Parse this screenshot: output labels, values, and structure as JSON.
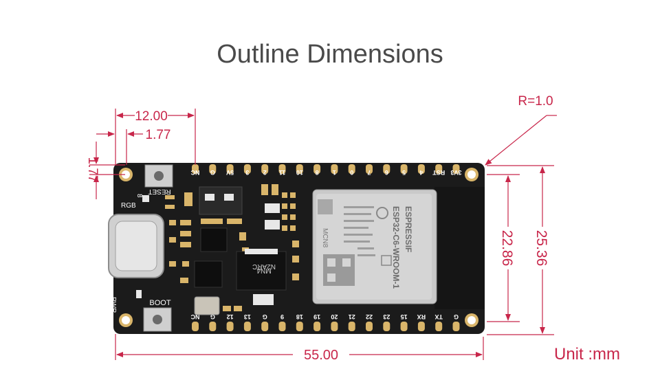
{
  "title": "Outline Dimensions",
  "dimensions": {
    "top_pitch": "12.00",
    "top_offset": "1.77",
    "left_offset": "1.77",
    "corner_radius": "R=1.0",
    "inner_height": "22.86",
    "outer_height": "25.36",
    "total_length": "55.00",
    "unit": "Unit :mm"
  },
  "board": {
    "top_pins": [
      "NC",
      "G",
      "5V",
      "3",
      "2",
      "11",
      "10",
      "8",
      "1",
      "0",
      "7",
      "6",
      "5",
      "4",
      "RST",
      "3V3"
    ],
    "bottom_pins": [
      "NC",
      "G",
      "12",
      "13",
      "G",
      "9",
      "18",
      "19",
      "20",
      "21",
      "22",
      "23",
      "15",
      "RX",
      "TX",
      "G"
    ],
    "button_reset": "RESET",
    "button_boot": "BOOT",
    "led_rgb": "RGB",
    "led_rgb_pin": "8",
    "led_pwr": "PWR",
    "chip_marking_line1": "MN4",
    "chip_marking_line2": "N2ARC",
    "module_brand": "ESPRESSIF",
    "module_model": "ESP32-C6-WROOM-1",
    "module_code": "MCN8"
  },
  "colors": {
    "dimension": "#c8264a",
    "board": "#1b1b1b",
    "pad": "#d9b56a",
    "module": "#c9c9c9",
    "title": "#4a4a4a"
  }
}
